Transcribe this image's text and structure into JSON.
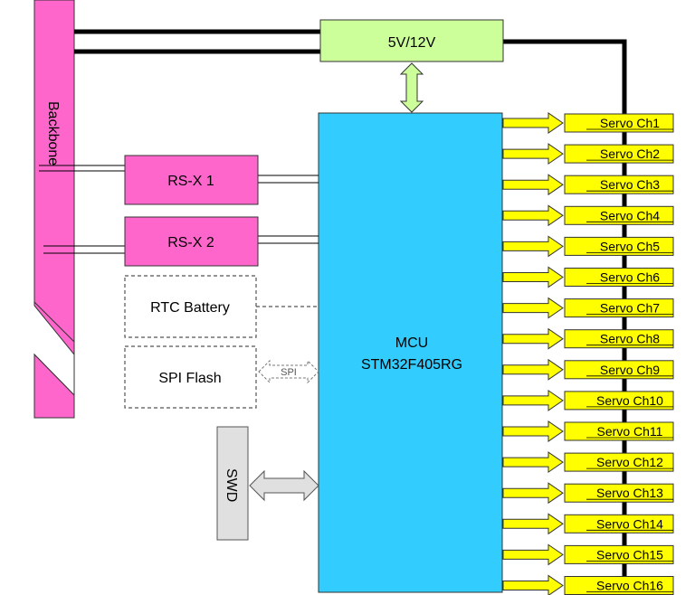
{
  "power": {
    "label": "5V/12V"
  },
  "backbone": {
    "label": "Backbone"
  },
  "rsx1": {
    "label": "RS-X 1"
  },
  "rsx2": {
    "label": "RS-X 2"
  },
  "rtc": {
    "label": "RTC Battery"
  },
  "flash": {
    "label": "SPI Flash"
  },
  "spi_link": {
    "label": "SPI"
  },
  "swd": {
    "label": "SWD"
  },
  "mcu": {
    "line1": "MCU",
    "line2": "STM32F405RG"
  },
  "servos": [
    "Servo Ch1",
    "Servo Ch2",
    "Servo Ch3",
    "Servo Ch4",
    "Servo Ch5",
    "Servo Ch6",
    "Servo Ch7",
    "Servo Ch8",
    "Servo Ch9",
    "Servo Ch10",
    "Servo Ch11",
    "Servo Ch12",
    "Servo Ch13",
    "Servo Ch14",
    "Servo Ch15",
    "Servo Ch16"
  ],
  "colors": {
    "mcu": "#33ccff",
    "power": "#ccff99",
    "magenta": "#ff66cc",
    "servo": "#ffff00",
    "swd": "#e0e0e0"
  }
}
